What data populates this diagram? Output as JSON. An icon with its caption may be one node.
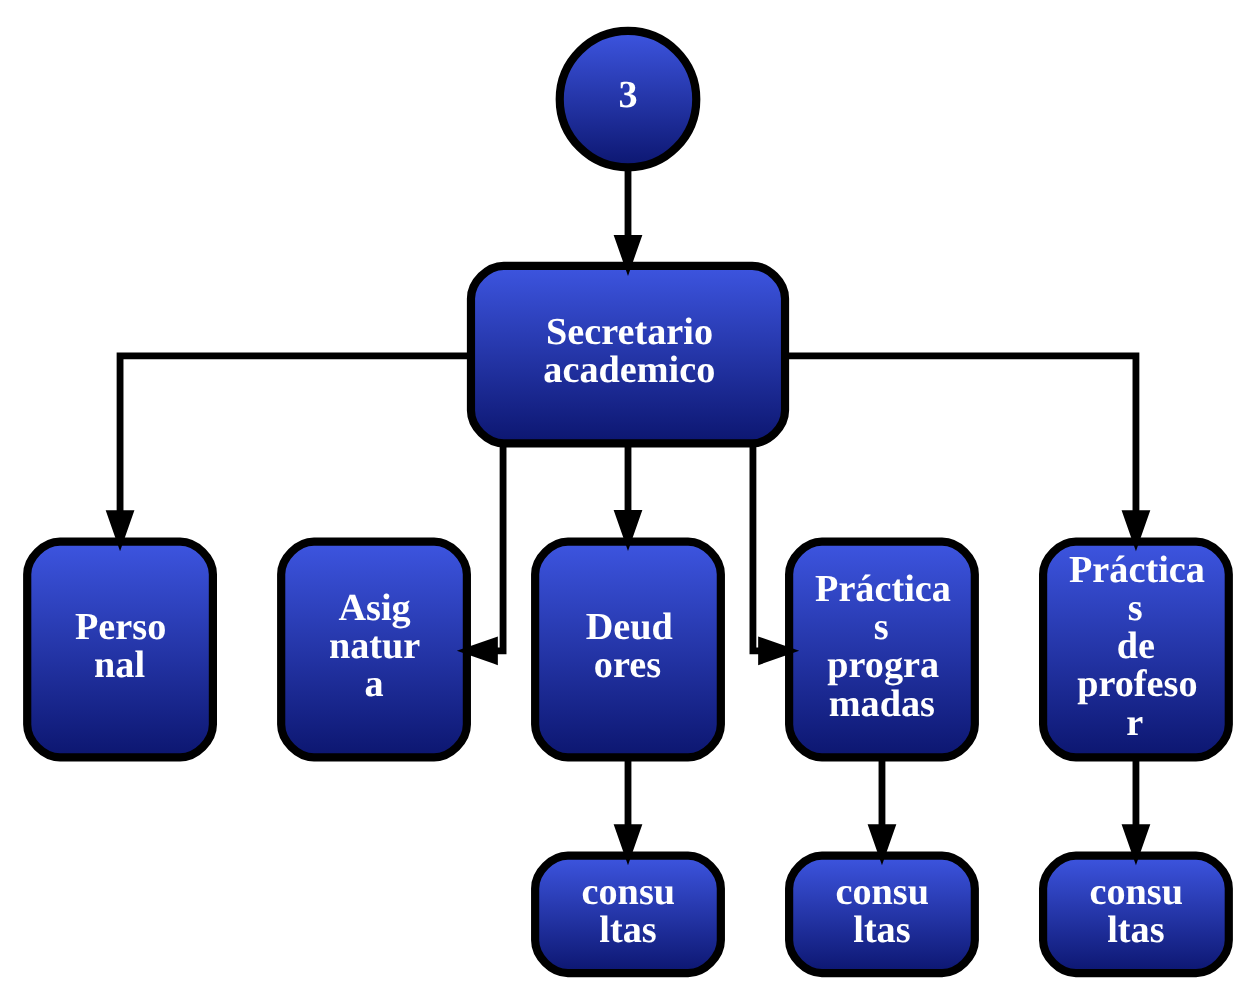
{
  "diagram": {
    "nodes": [
      {
        "text": [
          "3"
        ]
      },
      {
        "text": [
          "Secretario academico"
        ]
      },
      {
        "text": [
          "Perso nal"
        ]
      },
      {
        "text": [
          "Asig natur a"
        ]
      },
      {
        "text": [
          "Deud ores"
        ]
      },
      {
        "text": [
          "Práctica s progra madas"
        ]
      },
      {
        "text": [
          "Práctica s de profeso r"
        ]
      },
      {
        "text": [
          "consu ltas"
        ]
      },
      {
        "text": [
          "consu ltas"
        ]
      },
      {
        "text": [
          "consu ltas"
        ]
      }
    ],
    "edges": [
      {
        "from": 0,
        "to": 1,
        "arrow": "to"
      },
      {
        "from": 1,
        "to": 2,
        "arrow": "to"
      },
      {
        "from": 1,
        "to": 3,
        "arrow": "to"
      },
      {
        "from": 1,
        "to": 4,
        "arrow": "to"
      },
      {
        "from": 1,
        "to": 5,
        "arrow": "to"
      },
      {
        "from": 1,
        "to": 6,
        "arrow": "to"
      },
      {
        "from": 4,
        "to": 7,
        "arrow": "to"
      },
      {
        "from": 5,
        "to": 8,
        "arrow": "to"
      },
      {
        "from": 6,
        "to": 9,
        "arrow": "to"
      }
    ]
  }
}
